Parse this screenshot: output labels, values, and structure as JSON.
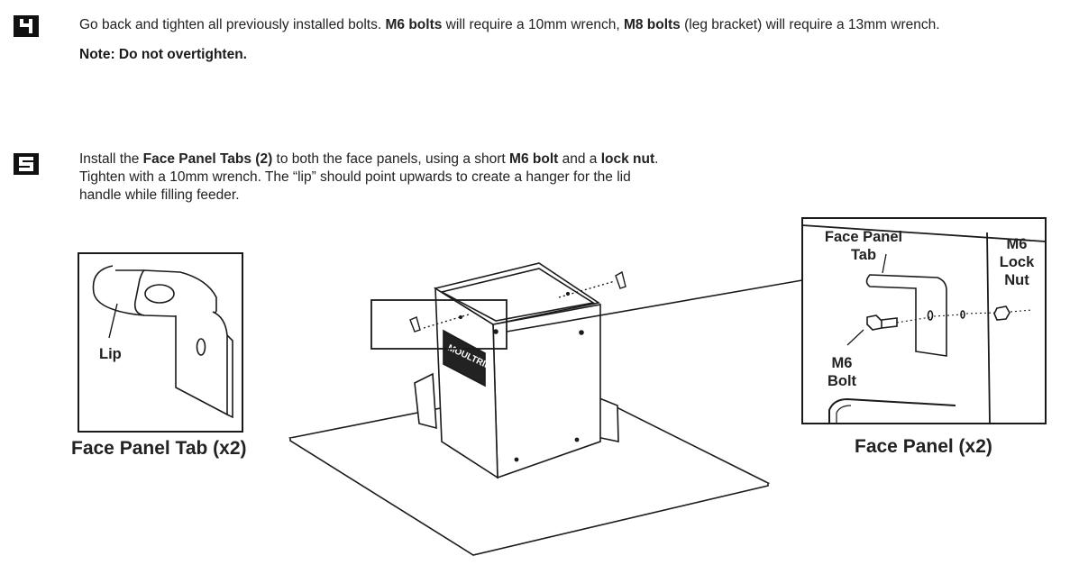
{
  "steps": [
    {
      "number": "4",
      "segments": [
        {
          "t": "Go back and tighten all previously installed bolts. ",
          "b": false
        },
        {
          "t": "M6 bolts",
          "b": true
        },
        {
          "t": " will require a 10mm wrench, ",
          "b": false
        },
        {
          "t": "M8 bolts",
          "b": true
        },
        {
          "t": " (leg bracket) will require a 13mm wrench.",
          "b": false
        }
      ],
      "note": "Note: Do not overtighten."
    },
    {
      "number": "5",
      "lines": [
        [
          {
            "t": "Install the ",
            "b": false
          },
          {
            "t": "Face Panel Tabs (2)",
            "b": true
          },
          {
            "t": " to both the face panels, using a short ",
            "b": false
          },
          {
            "t": "M6 bolt",
            "b": true
          },
          {
            "t": " and a ",
            "b": false
          },
          {
            "t": "lock nut",
            "b": true
          },
          {
            "t": ".",
            "b": false
          }
        ],
        [
          {
            "t": "Tighten with a 10mm wrench. The “lip” should point upwards to create a hanger for the lid",
            "b": false
          }
        ],
        [
          {
            "t": "handle while filling feeder.",
            "b": false
          }
        ]
      ]
    }
  ],
  "figures": {
    "left_caption": "Face Panel Tab (x2)",
    "left_label_lip": "Lip",
    "right_caption": "Face Panel (x2)",
    "right_label_tab": "Face Panel Tab",
    "right_label_nut": "M6 Lock Nut",
    "right_label_bolt": "M6 Bolt",
    "feeder_brand": "MOULTRIE"
  },
  "colors": {
    "ink": "#1a1a1a",
    "badge": "#111111"
  }
}
